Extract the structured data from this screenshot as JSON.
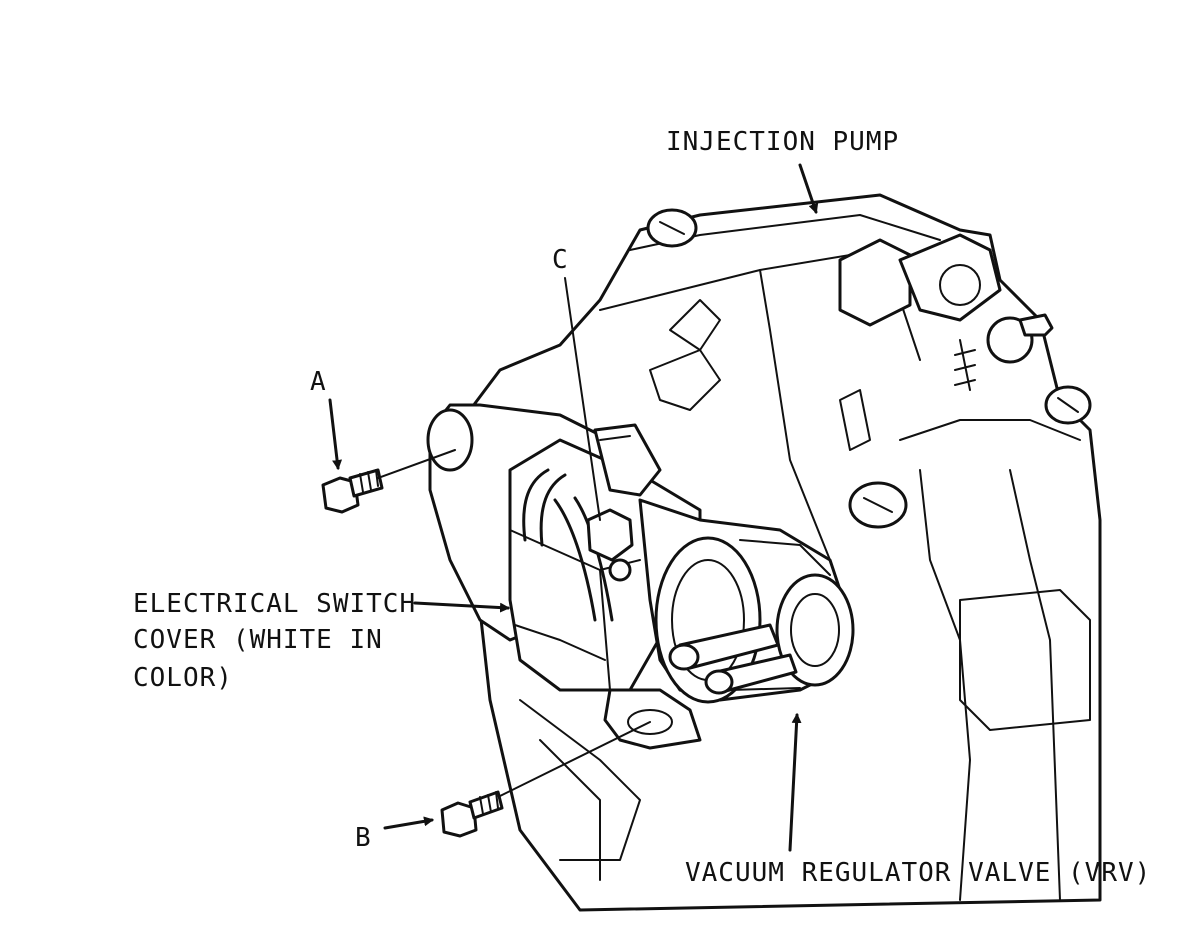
{
  "labels": {
    "injection_pump": "INJECTION PUMP",
    "c": "C",
    "a": "A",
    "b": "B",
    "switch_cover_line1": "ELECTRICAL SWITCH",
    "switch_cover_line2": "COVER (WHITE IN",
    "switch_cover_line3": "COLOR)",
    "vrv": "VACUUM REGULATOR VALVE (VRV)"
  },
  "colors": {
    "ink": "#111111",
    "paper": "#ffffff"
  }
}
